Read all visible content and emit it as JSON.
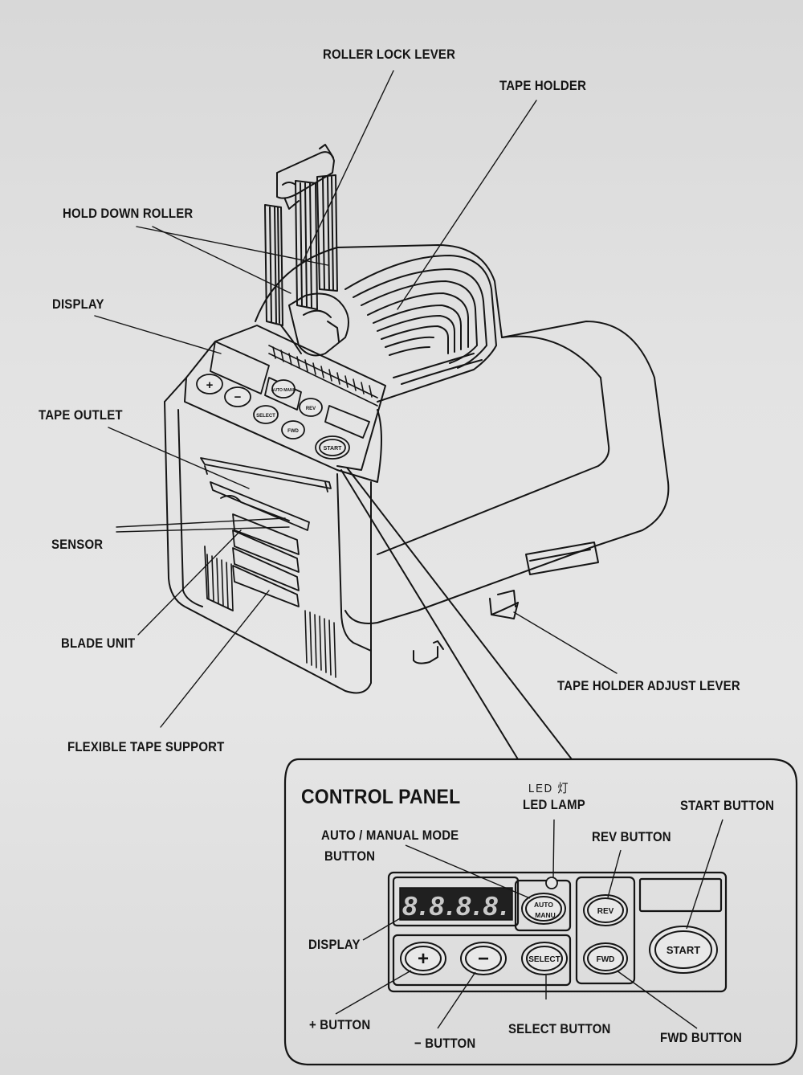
{
  "labels": {
    "roller_lock_lever": "ROLLER LOCK LEVER",
    "tape_holder": "TAPE HOLDER",
    "hold_down_roller": "HOLD DOWN ROLLER",
    "display": "DISPLAY",
    "tape_outlet": "TAPE OUTLET",
    "sensor": "SENSOR",
    "blade_unit": "BLADE UNIT",
    "flexible_tape_support": "FLEXIBLE TAPE SUPPORT",
    "tape_holder_adjust_lever": "TAPE HOLDER ADJUST LEVER"
  },
  "machine_buttons": {
    "plus": "+",
    "minus": "−",
    "auto_manu": "AUTO MANU",
    "rev": "REV",
    "select": "SELECT",
    "fwd": "FWD",
    "start": "START"
  },
  "control_panel": {
    "title": "CONTROL PANEL",
    "led_chinese": "LED 灯",
    "led_lamp": "LED LAMP",
    "start_button": "START BUTTON",
    "auto_manual_line1": "AUTO / MANUAL MODE",
    "auto_manual_line2": "BUTTON",
    "rev_button": "REV BUTTON",
    "display": "DISPLAY",
    "plus_button": "+ BUTTON",
    "minus_button": "− BUTTON",
    "select_button": "SELECT BUTTON",
    "fwd_button": "FWD BUTTON",
    "segment_display": "8.8.8.8.",
    "btn_auto": "AUTO",
    "btn_manu": "MANU",
    "btn_rev": "REV",
    "btn_fwd": "FWD",
    "btn_select": "SELECT",
    "btn_start": "START",
    "btn_plus": "+",
    "btn_minus": "−"
  }
}
